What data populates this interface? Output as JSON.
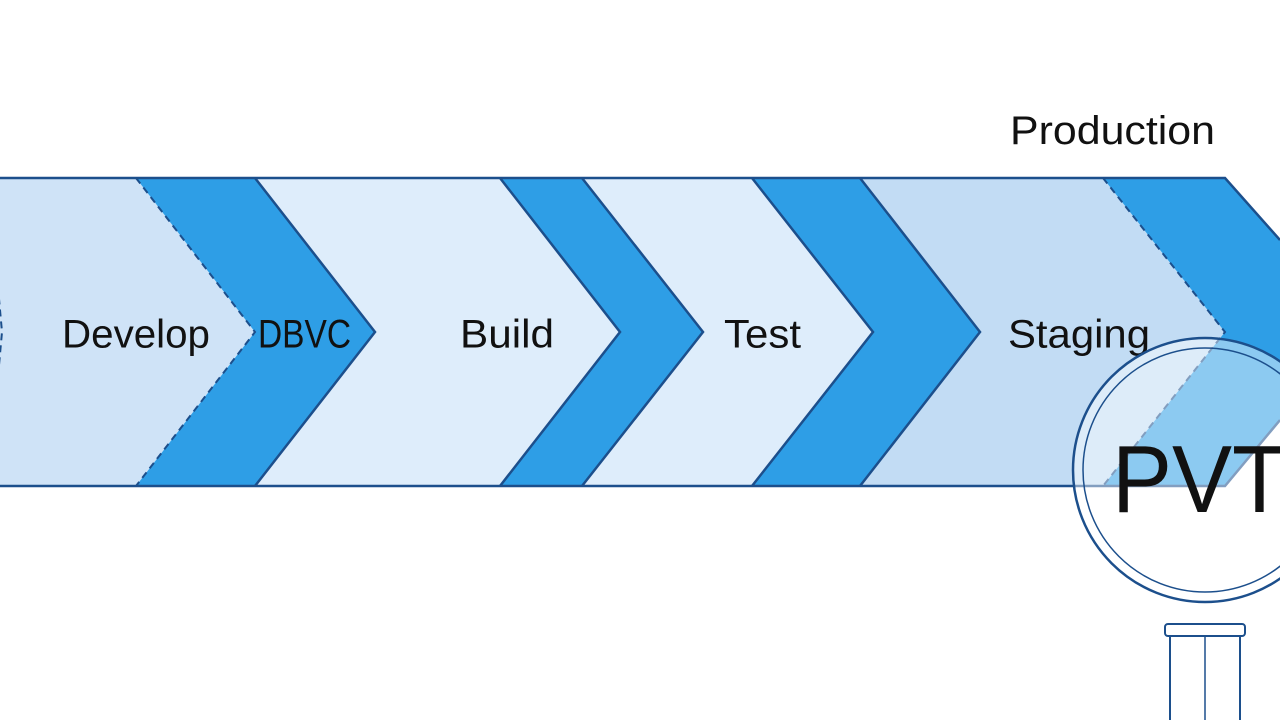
{
  "diagram": {
    "stages": [
      "Develop",
      "DBVC",
      "Build",
      "Test",
      "Staging"
    ],
    "top_label": "Production",
    "magnifier_label": "PVT"
  },
  "colors": {
    "band_light": "#cfe3f7",
    "band_lighter": "#deedfb",
    "band_blue": "#2e9ee6",
    "outline": "#1c4f8c"
  }
}
